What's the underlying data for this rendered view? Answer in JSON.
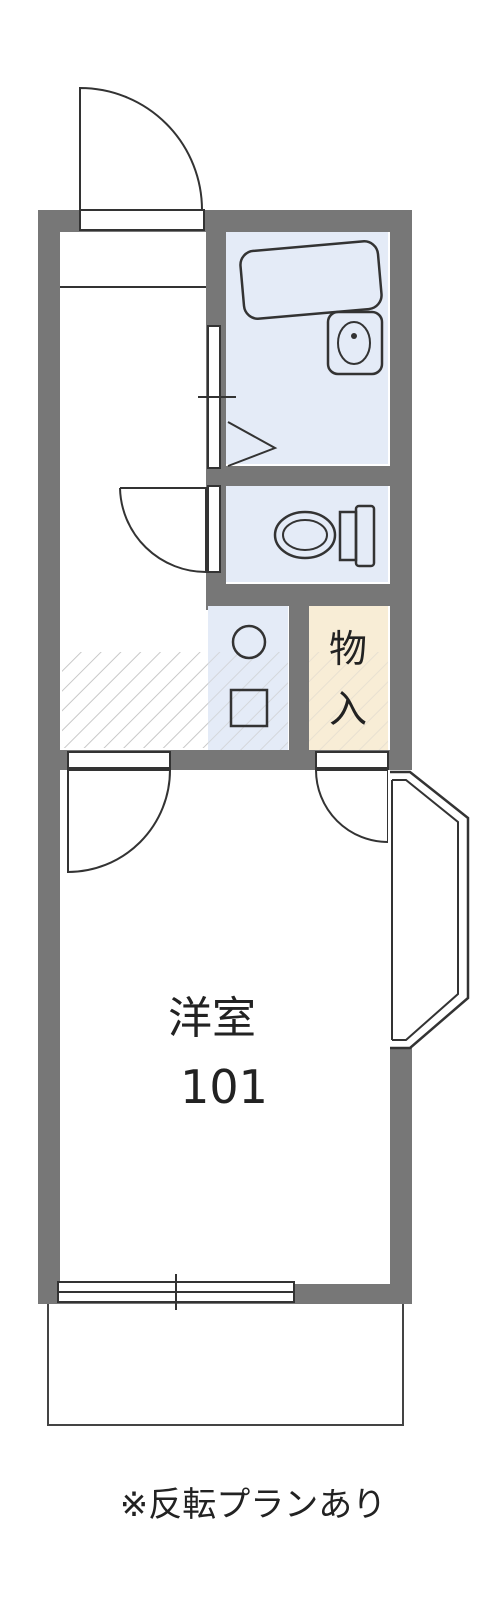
{
  "rooms": {
    "storage_label_line1": "物",
    "storage_label_line2": "入",
    "western_room_label": "洋室",
    "room_number": "101"
  },
  "footer": {
    "note": "※反転プランあり"
  },
  "colors": {
    "wall": "#777777",
    "bath_fill": "#e4ebf7",
    "storage_fill": "#f8edd6",
    "line": "#333333"
  },
  "icons": [
    "bathtub-icon",
    "washbasin-icon",
    "toilet-icon",
    "washing-machine-icon"
  ]
}
